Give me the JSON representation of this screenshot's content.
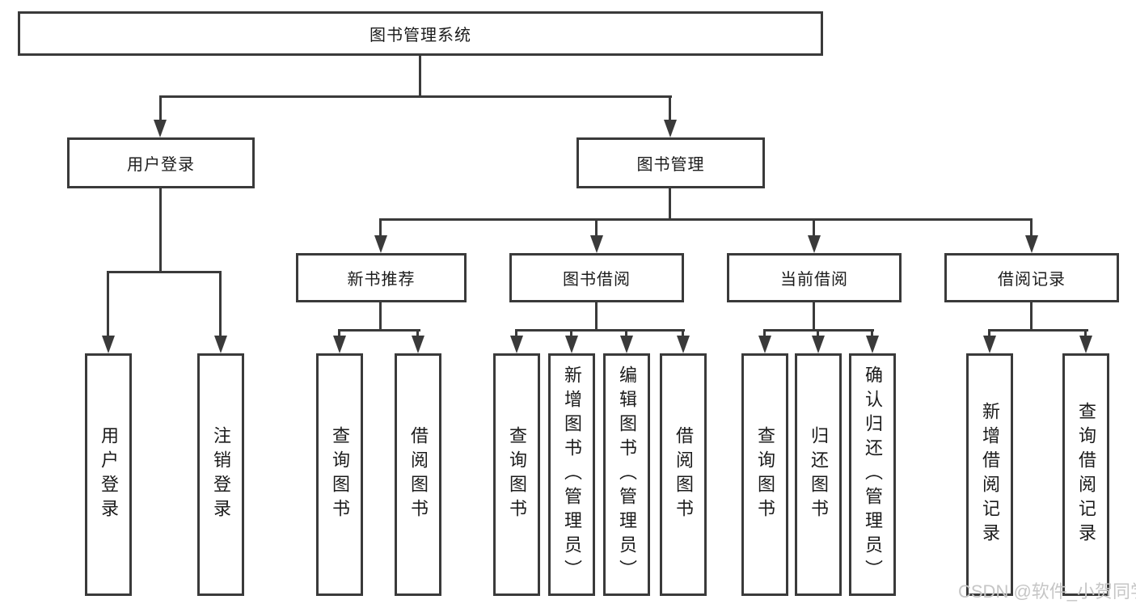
{
  "diagram": {
    "root": {
      "label": "图书管理系统"
    },
    "branches": [
      {
        "label": "用户登录",
        "children": [
          {
            "label": "用户登录"
          },
          {
            "label": "注销登录"
          }
        ]
      },
      {
        "label": "图书管理",
        "children": [
          {
            "label": "新书推荐",
            "children": [
              {
                "label": "查询图书"
              },
              {
                "label": "借阅图书"
              }
            ]
          },
          {
            "label": "图书借阅",
            "children": [
              {
                "label": "查询图书"
              },
              {
                "label": "新增图书（管理员）"
              },
              {
                "label": "编辑图书（管理员）"
              },
              {
                "label": "借阅图书"
              }
            ]
          },
          {
            "label": "当前借阅",
            "children": [
              {
                "label": "查询图书"
              },
              {
                "label": "归还图书"
              },
              {
                "label": "确认归还（管理员）"
              }
            ]
          },
          {
            "label": "借阅记录",
            "children": [
              {
                "label": "新增借阅记录"
              },
              {
                "label": "查询借阅记录"
              }
            ]
          }
        ]
      }
    ]
  },
  "watermark": {
    "text": "CSDN @软件_小贺同学"
  },
  "colors": {
    "line": "#3a3a3a",
    "text": "#1b1b1b",
    "background": "#ffffff",
    "watermark": "#c6c6c6"
  }
}
